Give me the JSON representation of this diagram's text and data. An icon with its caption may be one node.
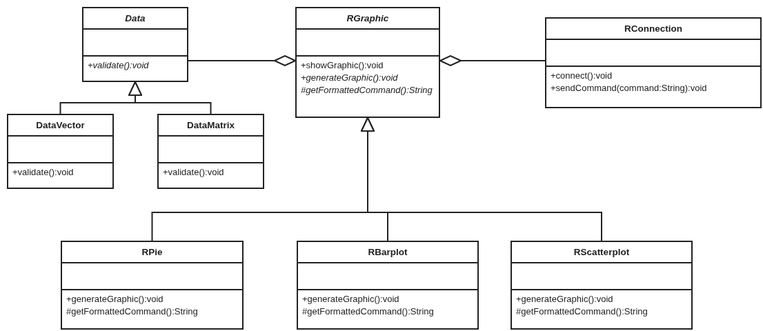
{
  "diagram": {
    "nodes": [
      {
        "text": [
          "Data",
          "+validate():void"
        ]
      },
      {
        "text": [
          "RGraphic",
          "+showGraphic():void",
          "+generateGraphic():void",
          "#getFormattedCommand():String"
        ]
      },
      {
        "text": [
          "RConnection",
          "+connect():void",
          "+sendCommand(command:String):void"
        ]
      },
      {
        "text": [
          "DataVector",
          "+validate():void"
        ]
      },
      {
        "text": [
          "DataMatrix",
          "+validate():void"
        ]
      },
      {
        "text": [
          "RPie",
          "+generateGraphic():void",
          "#getFormattedCommand():String"
        ]
      },
      {
        "text": [
          "RBarplot",
          "+generateGraphic():void",
          "#getFormattedCommand():String"
        ]
      },
      {
        "text": [
          "RScatterplot",
          "+generateGraphic():void",
          "#getFormattedCommand():String"
        ]
      }
    ],
    "edges": [
      {
        "from": 0,
        "to": 1,
        "arrow": "other"
      },
      {
        "from": 2,
        "to": 1,
        "arrow": "other"
      },
      {
        "from": 3,
        "to": 0,
        "arrow": "to"
      },
      {
        "from": 4,
        "to": 0,
        "arrow": "to"
      },
      {
        "from": 5,
        "to": 1,
        "arrow": "to"
      },
      {
        "from": 6,
        "to": 1,
        "arrow": "to"
      },
      {
        "from": 7,
        "to": 1,
        "arrow": "to"
      }
    ]
  }
}
